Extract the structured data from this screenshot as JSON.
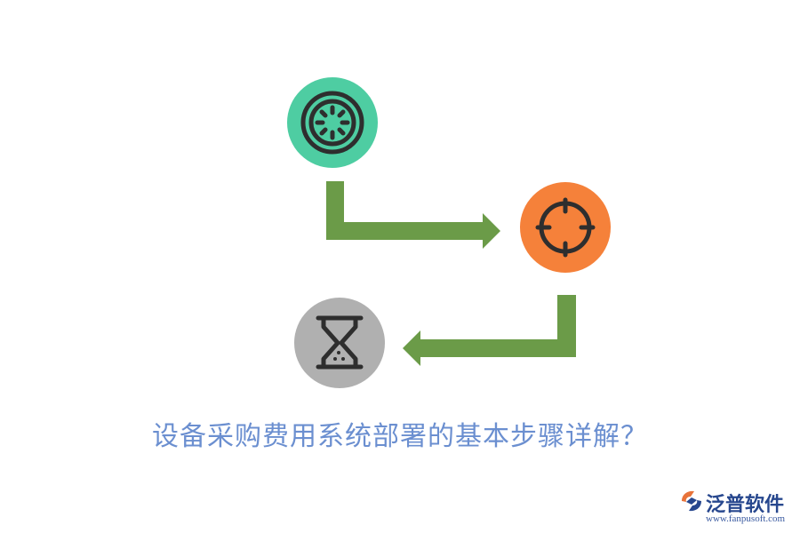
{
  "diagram": {
    "caption": "设备采购费用系统部署的基本步骤详解？",
    "nodes": [
      {
        "id": "timer",
        "icon": "timer-dial-icon",
        "fill": "#4ecda2"
      },
      {
        "id": "target",
        "icon": "crosshair-target-icon",
        "fill": "#f5813a"
      },
      {
        "id": "hourglass",
        "icon": "hourglass-icon",
        "fill": "#b0b0b0"
      }
    ],
    "connectors": [
      {
        "from": "timer",
        "to": "target",
        "color": "#6b9b48"
      },
      {
        "from": "target",
        "to": "hourglass",
        "color": "#6b9b48"
      }
    ],
    "icon_stroke": "#2e2e2e"
  },
  "brand": {
    "name": "泛普软件",
    "url": "www.fanpusoft.com",
    "primary_color": "#27478e",
    "accent_color": "#e8733a"
  }
}
